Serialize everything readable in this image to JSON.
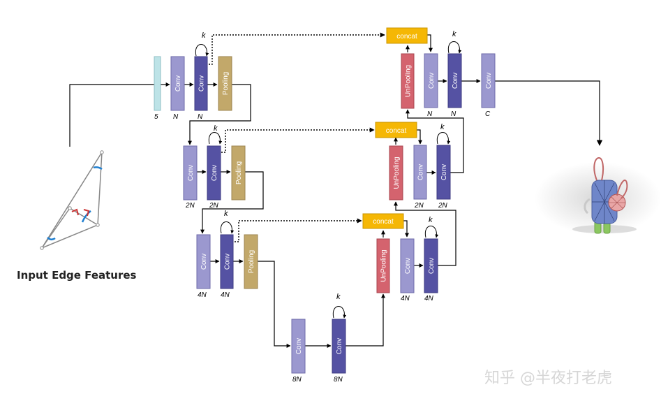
{
  "title": "Input Edge Features",
  "watermark": "知乎 @半夜打老虎",
  "colors": {
    "input": "#bde3e7",
    "conv_light": "#9b98cf",
    "conv_dark": "#5552a3",
    "pooling": "#c2a86a",
    "unpooling": "#d4636e",
    "concat": "#f5b705"
  },
  "labels": {
    "conv": "Conv",
    "pooling": "Pooling",
    "unpooling": "UnPooling",
    "concat": "concat",
    "k": "k"
  },
  "dims": {
    "input": "5",
    "l1a": "N",
    "l1b": "N",
    "l2a": "2N",
    "l2b": "2N",
    "l3a": "4N",
    "l3b": "4N",
    "b1": "8N",
    "b2": "8N",
    "d3a": "4N",
    "d3b": "4N",
    "d2a": "2N",
    "d2b": "2N",
    "d1a": "N",
    "d1b": "N",
    "out": "C"
  }
}
